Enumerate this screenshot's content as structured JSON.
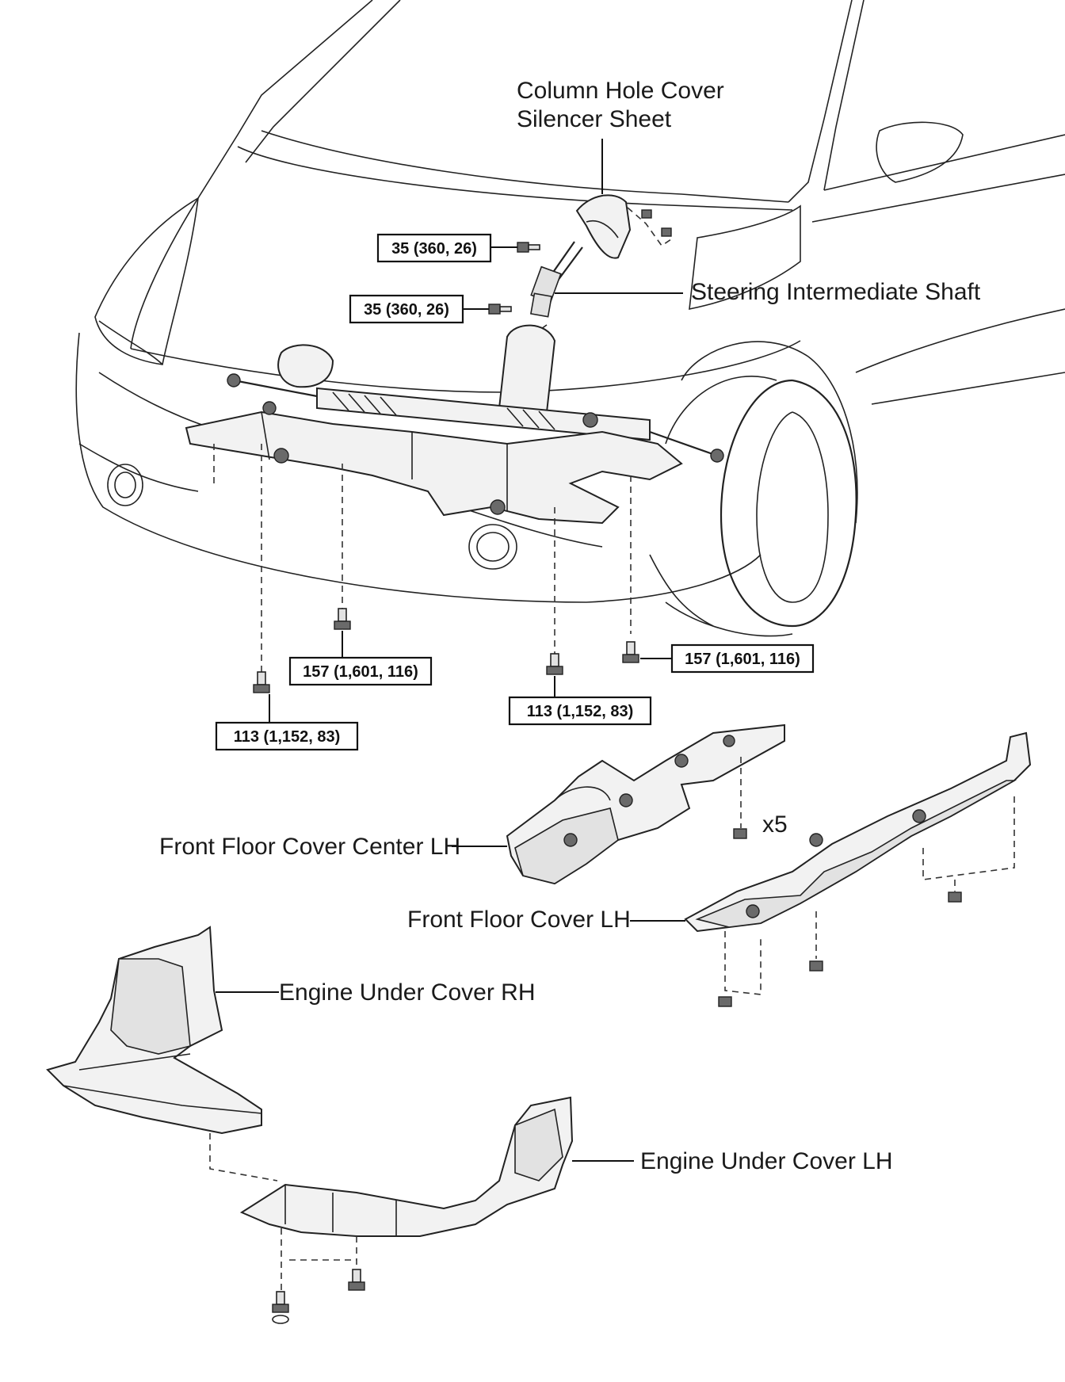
{
  "labels": {
    "column_hole_cover_1": "Column Hole Cover",
    "column_hole_cover_2": "Silencer Sheet",
    "steering_shaft": "Steering Intermediate Shaft",
    "front_floor_center": "Front Floor Cover Center LH",
    "x5": "x5",
    "front_floor_lh": "Front Floor Cover LH",
    "engine_under_rh": "Engine Under Cover RH",
    "engine_under_lh": "Engine Under Cover LH"
  },
  "torques": {
    "shaft_upper": "35 (360, 26)",
    "shaft_lower": "35 (360, 26)",
    "crossmember_front_left": "157 (1,601, 116)",
    "crossmember_front_right": "157 (1,601, 116)",
    "crossmember_rear_left": "113 (1,152, 83)",
    "crossmember_rear_right": "113 (1,152, 83)"
  }
}
